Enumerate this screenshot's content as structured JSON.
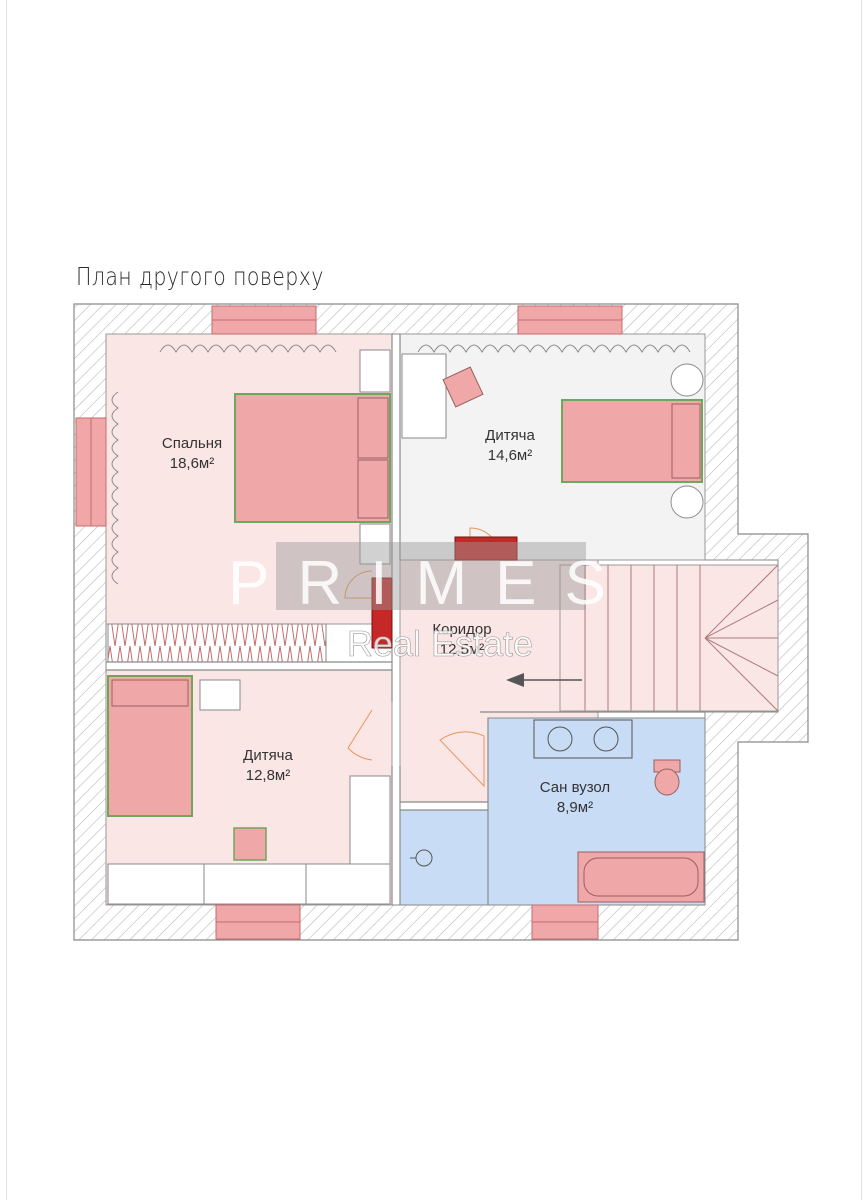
{
  "title": "План другого поверху",
  "rooms": [
    {
      "name": "Спальня",
      "area": "18,6м²"
    },
    {
      "name": "Дитяча",
      "area": "14,6м²"
    },
    {
      "name": "Коридор",
      "area": "12,5м²"
    },
    {
      "name": "Дитяча",
      "area": "12,8м²"
    },
    {
      "name": "Сан вузол",
      "area": "8,9м²"
    }
  ],
  "watermark": {
    "brand": "PRIMES",
    "sub": "Real Estate"
  },
  "colors": {
    "wall_hatch": "#b9b9b9",
    "room_pink": "#fbe6e6",
    "room_grey": "#f3f3f3",
    "bathroom_blue": "#c8dcf6",
    "furniture": "#f0a7a7",
    "furniture_border": "#6fa65a",
    "wall_red": "#c62828"
  }
}
